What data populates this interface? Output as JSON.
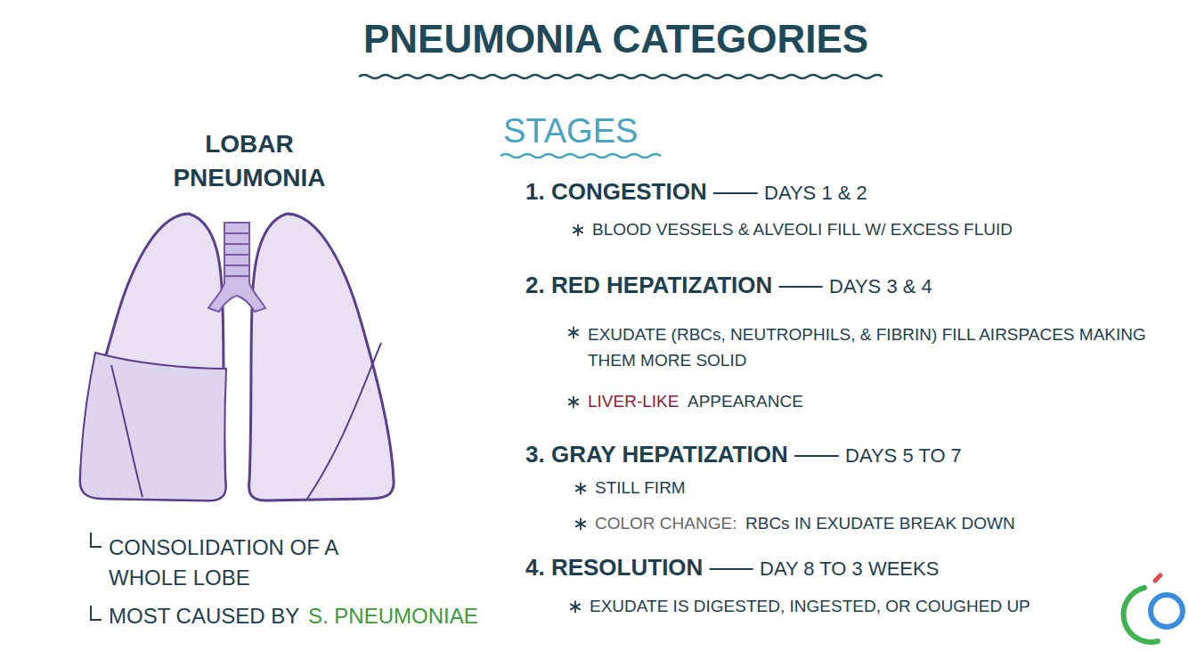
{
  "diagram": {
    "title": "PNEUMONIA CATEGORIES",
    "labels": [
      "LOBAR PNEUMONIA",
      "CONSOLIDATION OF A WHOLE LOBE",
      "MOST CAUSED BY",
      "S. PNEUMONIAE",
      "STAGES",
      "1. CONGESTION",
      "DAYS 1 & 2",
      "BLOOD VESSELS & ALVEOLI FILL W/ EXCESS FLUID",
      "2. RED HEPATIZATION",
      "DAYS 3 & 4",
      "EXUDATE (RBCs, NEUTROPHILS, & FIBRIN) FILL AIRSPACES MAKING THEM MORE SOLID",
      "LIVER-LIKE",
      "APPEARANCE",
      "3. GRAY HEPATIZATION",
      "DAYS 5 TO 7",
      "STILL FIRM",
      "COLOR CHANGE:",
      "RBCs IN EXUDATE BREAK DOWN",
      "4. RESOLUTION",
      "DAY 8 TO 3 WEEKS",
      "EXUDATE IS DIGESTED, INGESTED, OR COUGHED UP"
    ]
  }
}
